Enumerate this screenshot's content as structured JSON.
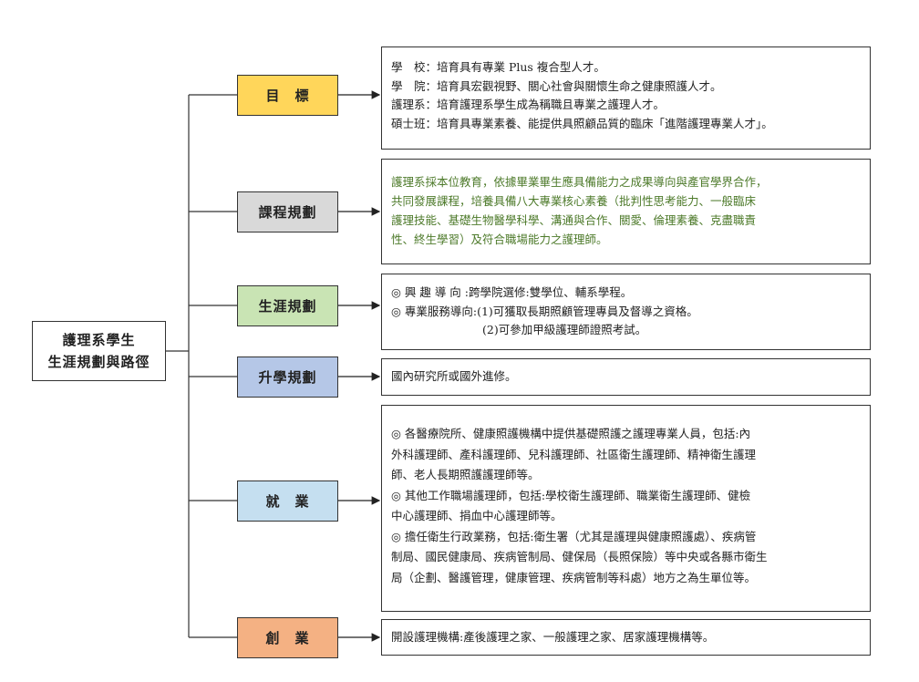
{
  "root": {
    "line1": "護理系學生",
    "line2": "生涯規劃與路徑"
  },
  "categories": [
    {
      "label": "目　標",
      "color": "#ffd65a"
    },
    {
      "label": "課程規劃",
      "color": "#d9d9d9"
    },
    {
      "label": "生涯規劃",
      "color": "#c9e4b4"
    },
    {
      "label": "升學規劃",
      "color": "#b5c7e7"
    },
    {
      "label": "就　業",
      "color": "#c5dff0"
    },
    {
      "label": "創　業",
      "color": "#f4b183"
    }
  ],
  "descriptions": {
    "goals": [
      "學　校：培育具有專業 Plus 複合型人才。",
      "學　院：培育具宏觀視野、關心社會與關懷生命之健康照護人才。",
      "護理系：培育護理系學生成為稱職且專業之護理人才。",
      "碩士班：培育具專業素養、能提供具照顧品質的臨床「進階護理專業人才」。"
    ],
    "curriculum": [
      "護理系採本位教育，依據畢業畢生應具備能力之成果導向與產官學界合作，",
      "共同發展課程，培養具備八大專業核心素養（批判性思考能力、一般臨床",
      "護理技能、基礎生物醫學科學、溝通與合作、關愛、倫理素養、克盡職責",
      "性、終生學習）及符合職場能力之護理師。"
    ],
    "career": [
      "◎ 興 趣 導 向 :跨學院選修:雙學位、輔系學程。",
      "◎ 專業服務導向:(1)可獲取長期照顧管理專員及督導之資格。",
      "　　　　　　　　(2)可參加甲級護理師證照考試。"
    ],
    "further_study": [
      "國內研究所或國外進修。"
    ],
    "employment": [
      "◎ 各醫療院所、健康照護機構中提供基礎照護之護理專業人員，包括:內",
      "外科護理師、產科護理師、兒科護理師、社區衛生護理師、精神衛生護理",
      "師、老人長期照護護理師等。",
      "◎ 其他工作職場護理師，包括:學校衛生護理師、職業衛生護理師、健檢",
      "中心護理師、捐血中心護理師等。",
      "◎ 擔任衛生行政業務，包括:衛生署（尤其是護理與健康照護處）、疾病管",
      "制局、國民健康局、疾病管制局、健保局（長照保險）等中央或各縣市衛生",
      "局（企劃、醫護管理，健康管理、疾病管制等科處）地方之為生單位等。"
    ],
    "entrepreneurship": [
      "開設護理機構:產後護理之家、一般護理之家、居家護理機構等。"
    ]
  }
}
